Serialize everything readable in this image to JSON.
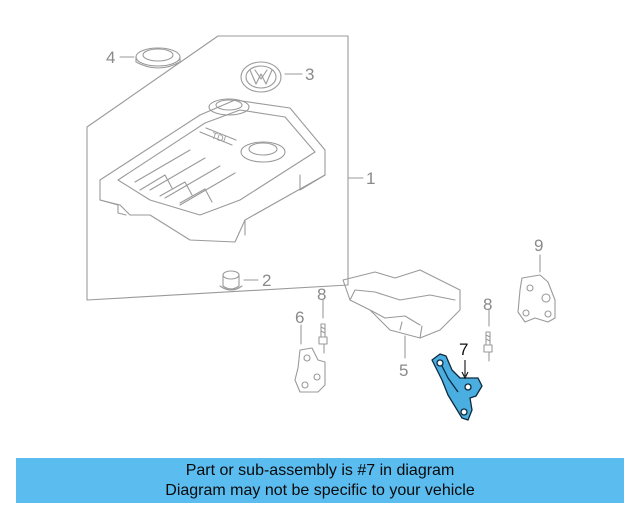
{
  "callouts": {
    "c1": "1",
    "c2": "2",
    "c3": "3",
    "c4": "4",
    "c5": "5",
    "c6": "6",
    "c7": "7",
    "c8a": "8",
    "c8b": "8",
    "c9": "9"
  },
  "highlight_part": "7",
  "banner": {
    "line1": "Part or sub-assembly is #7 in diagram",
    "line2": "Diagram may not be specific to your vehicle"
  },
  "colors": {
    "line_art": "#9a9a9a",
    "highlight_fill": "#4aaee0",
    "highlight_stroke": "#0d2a3d",
    "banner_bg": "#5bbcf0"
  }
}
